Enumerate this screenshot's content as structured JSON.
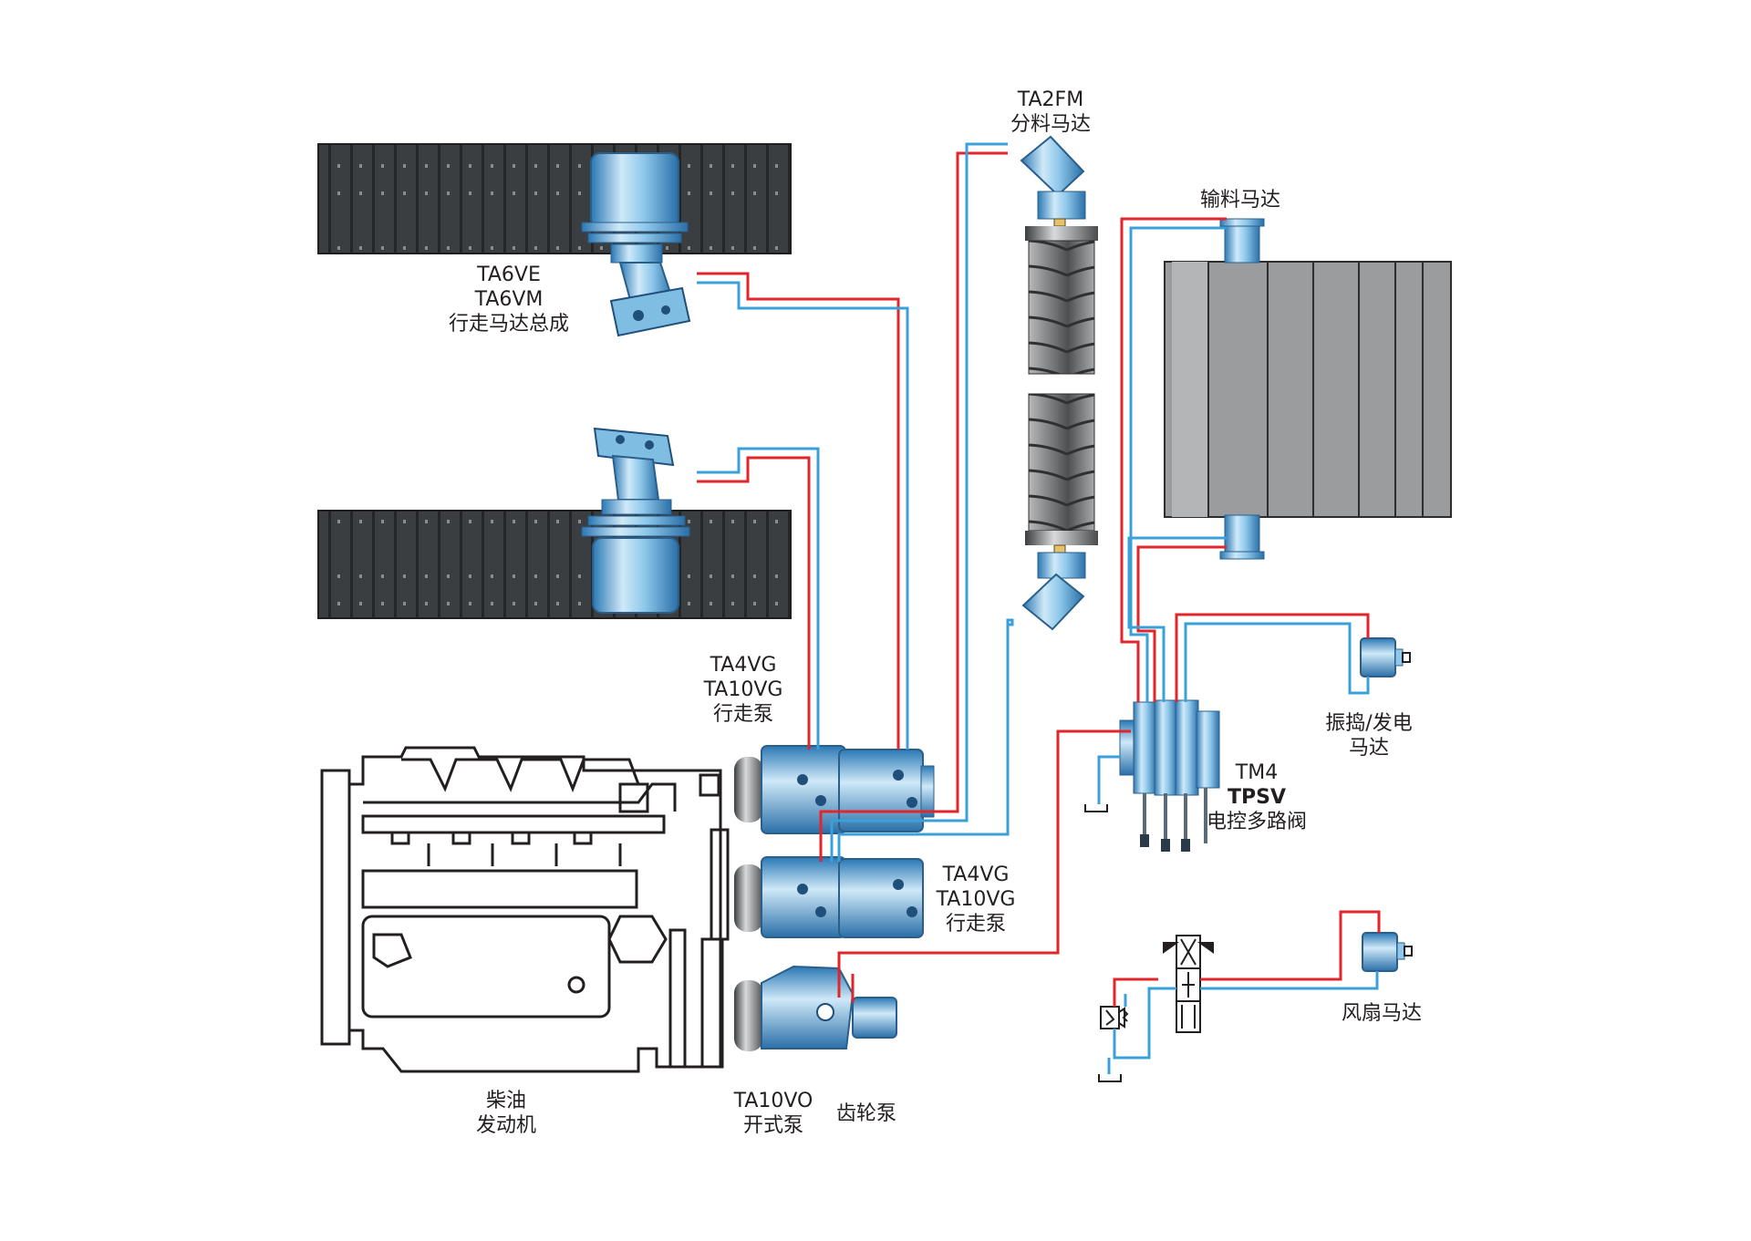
{
  "colors": {
    "pressure_line": "#e1262b",
    "return_line": "#3aa0d8",
    "component_blue": "#8fc8ea",
    "component_blue_dark": "#2a78b4",
    "track_dark": "#3a3d40",
    "bin_gray": "#9a9c9e",
    "engine_outline": "#231f20"
  },
  "labels": {
    "travel_motor": [
      "TA6VE",
      "TA6VM",
      "行走马达总成"
    ],
    "distributor_motor": [
      "TA2FM",
      "分料马达"
    ],
    "conveyor_motor": [
      "输料马达"
    ],
    "travel_pump_upper": [
      "TA4VG",
      "TA10VG",
      "行走泵"
    ],
    "travel_pump_lower": [
      "TA4VG",
      "TA10VG",
      "行走泵"
    ],
    "control_valve": [
      "TM4",
      "TPSV",
      "电控多路阀"
    ],
    "vibration_motor": [
      "振捣/发电",
      "马达"
    ],
    "fan_motor": [
      "风扇马达"
    ],
    "engine": [
      "柴油",
      "发动机"
    ],
    "open_pump": [
      "TA10VO",
      "开式泵"
    ],
    "gear_pump": [
      "齿轮泵"
    ]
  },
  "icons": {
    "track": "crawler-track-icon",
    "travel_motor": "travel-motor-icon",
    "distributor_motor": "distributor-motor-icon",
    "auger": "auger-screw-icon",
    "hopper": "material-bin-icon",
    "pump": "hydraulic-pump-icon",
    "valve": "multi-way-valve-icon",
    "small_motor": "small-motor-icon",
    "engine": "diesel-engine-icon",
    "relief_valve": "relief-valve-icon",
    "directional_valve": "directional-valve-icon"
  }
}
